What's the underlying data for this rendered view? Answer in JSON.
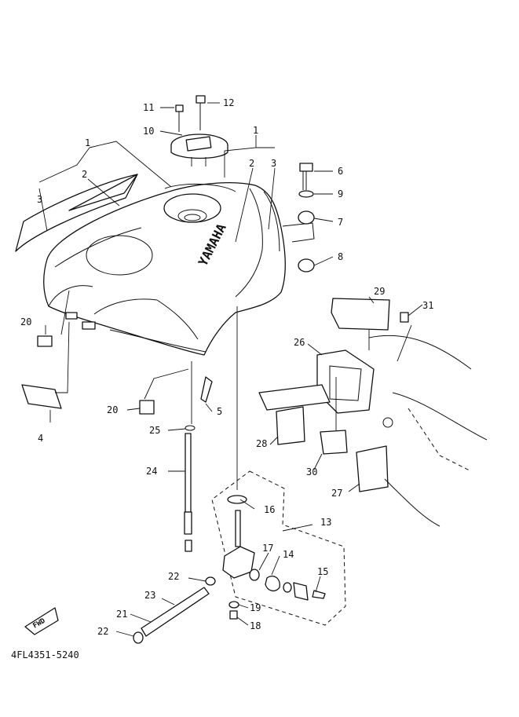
{
  "diagram": {
    "brand_text": "YAMAHA",
    "fwd_text": "FWD",
    "drawing_code": "4FL4351-5240",
    "callouts": [
      "1",
      "2",
      "3",
      "1",
      "2",
      "3",
      "4",
      "5",
      "6",
      "7",
      "8",
      "9",
      "10",
      "11",
      "12",
      "13",
      "14",
      "15",
      "16",
      "17",
      "18",
      "19",
      "20",
      "20",
      "21",
      "22",
      "22",
      "23",
      "24",
      "25",
      "26",
      "27",
      "28",
      "29",
      "30",
      "31"
    ]
  }
}
